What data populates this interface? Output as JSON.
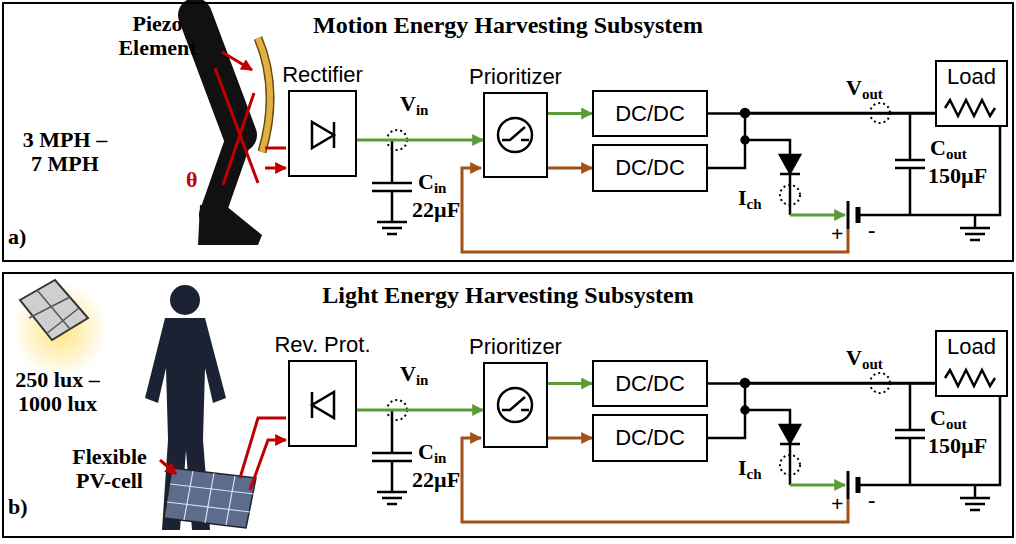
{
  "diagram": {
    "nodes": [
      {
        "text": [
          "Motion Energy Harvesting Subsystem"
        ]
      },
      {
        "text": [
          "Rectifier"
        ],
        "in": 0
      },
      {
        "text": [
          "Prioritizer"
        ],
        "in": 0
      },
      {
        "text": [
          "DC/DC"
        ],
        "in": 0
      },
      {
        "text": [
          "DC/DC"
        ],
        "in": 0
      },
      {
        "text": [
          "Load"
        ],
        "in": 0
      },
      {
        "text": [
          "Light Energy Harvesting Subsystem"
        ]
      },
      {
        "text": [
          "Rev. Prot."
        ],
        "in": 6
      },
      {
        "text": [
          "Prioritizer"
        ],
        "in": 6
      },
      {
        "text": [
          "DC/DC"
        ],
        "in": 6
      },
      {
        "text": [
          "DC/DC"
        ],
        "in": 6
      },
      {
        "text": [
          "Load"
        ],
        "in": 6
      }
    ],
    "edges": [
      {
        "from": 1,
        "to": 2,
        "arrow": "to"
      },
      {
        "from": 2,
        "to": 3,
        "arrow": "to"
      },
      {
        "from": 2,
        "to": 4,
        "arrow": "to"
      },
      {
        "from": 3,
        "to": 5,
        "arrow": "none"
      },
      {
        "from": 4,
        "to": 5,
        "arrow": "none"
      },
      {
        "from": 7,
        "to": 8,
        "arrow": "to"
      },
      {
        "from": 8,
        "to": 9,
        "arrow": "to"
      },
      {
        "from": 8,
        "to": 10,
        "arrow": "to"
      },
      {
        "from": 9,
        "to": 11,
        "arrow": "none"
      },
      {
        "from": 10,
        "to": 11,
        "arrow": "none"
      }
    ],
    "labels": [
      "Piezo Element",
      "3 MPH – 7 MPH",
      "θ",
      "Vin",
      "Cin",
      "22µF",
      "Vout",
      "Cout",
      "150µF",
      "Ich",
      "+",
      "-",
      "a)",
      "250 lux – 1000 lux",
      "Flexible PV-cell",
      "Vin",
      "Cin",
      "22µF",
      "Vout",
      "Cout",
      "150µF",
      "Ich",
      "+",
      "-",
      "b)"
    ]
  }
}
